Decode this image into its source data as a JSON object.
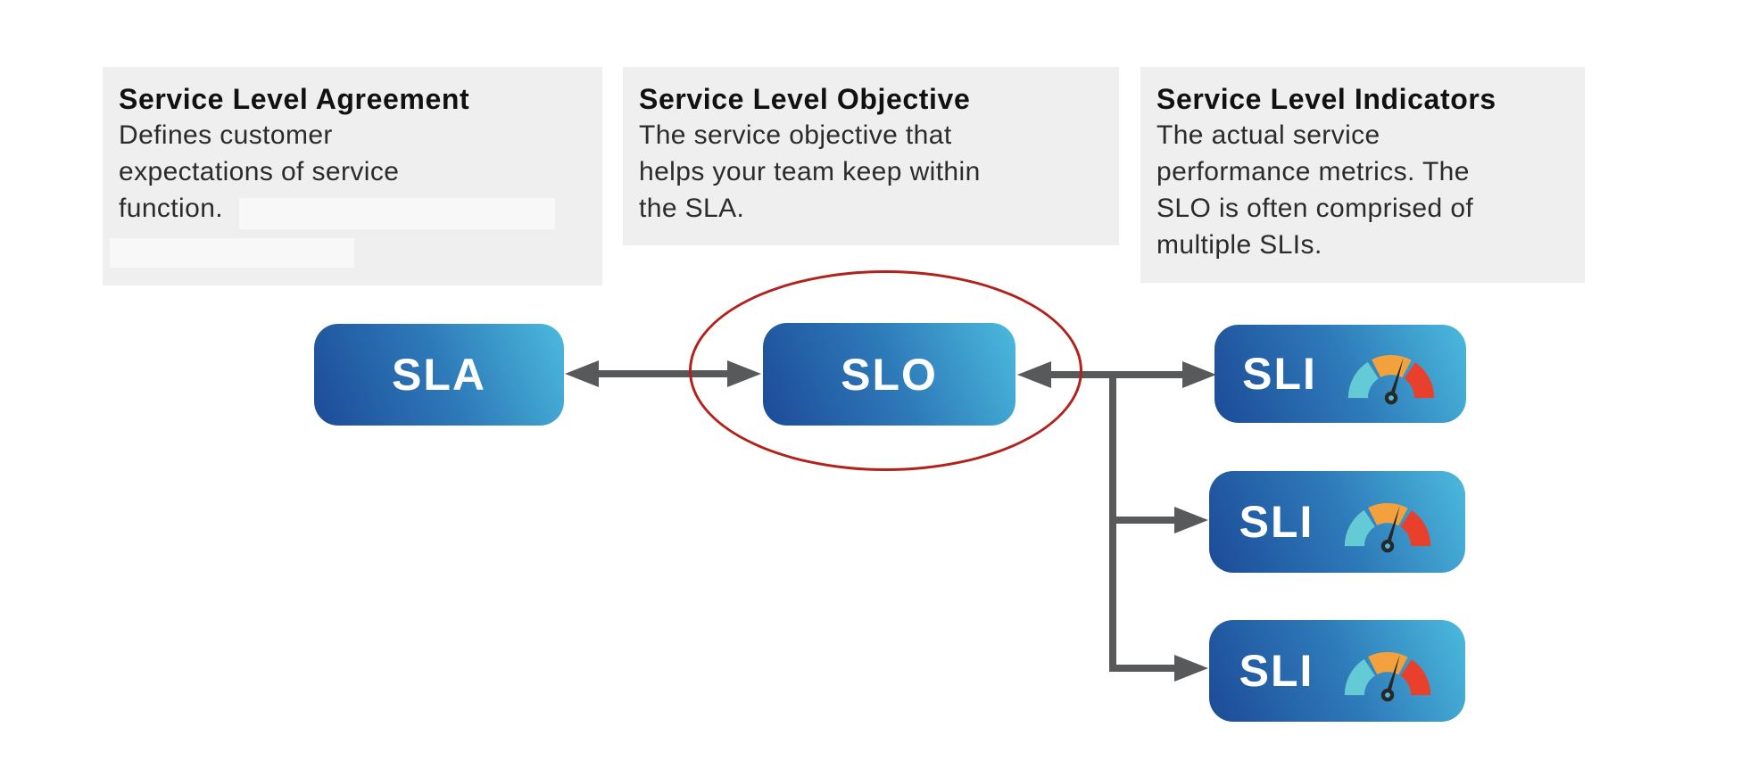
{
  "cards": [
    {
      "title": "Service Level Agreement",
      "body": "Defines customer\nexpectations of service\nfunction."
    },
    {
      "title": "Service Level Objective",
      "body": "The service objective that\nhelps your team keep within\nthe SLA."
    },
    {
      "title": "Service Level Indicators",
      "body": "The actual service\nperformance metrics. The\nSLO is often comprised of\nmultiple SLIs."
    }
  ],
  "nodes": {
    "sla_label": "SLA",
    "slo_label": "SLO",
    "sli_label": "SLI"
  },
  "icons": {
    "gauge": "gauge-icon"
  },
  "colors": {
    "node_gradient_start": "#1c4b97",
    "node_gradient_end": "#4bbadd",
    "node_text": "#ffffff",
    "card_background": "#f0efef",
    "title_text": "#111111",
    "body_text": "#2b2b2b",
    "arrow": "#58595a",
    "highlight_ellipse": "#b1221c",
    "gauge_teal": "#64cad5",
    "gauge_orange": "#f2a13c",
    "gauge_red": "#e8402d",
    "gauge_needle": "#26282a"
  }
}
